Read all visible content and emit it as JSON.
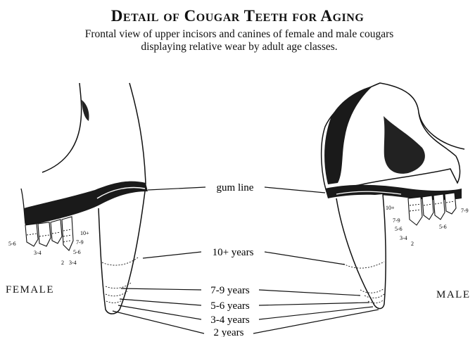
{
  "title": "Detail of Cougar Teeth for Aging",
  "subtitle": "Frontal view of upper incisors and canines of female and male cougars displaying relative wear by adult age classes.",
  "sides": {
    "female": "FEMALE",
    "male": "MALE"
  },
  "labels": {
    "gum_line": "gum line",
    "y10": "10+ years",
    "y7_9": "7-9 years",
    "y5_6": "5-6 years",
    "y3_4": "3-4 years",
    "y2": "2 years"
  },
  "incisor_labels": {
    "female": {
      "a": "5-6",
      "b": "3-4",
      "c": "2",
      "d": "3-4",
      "e": "10+",
      "f": "7-9",
      "g": "5-6"
    },
    "male": {
      "a": "10+",
      "b": "7-9",
      "c": "5-6",
      "d": "3-4",
      "e": "2",
      "f": "7-9",
      "g": "5-6"
    }
  }
}
